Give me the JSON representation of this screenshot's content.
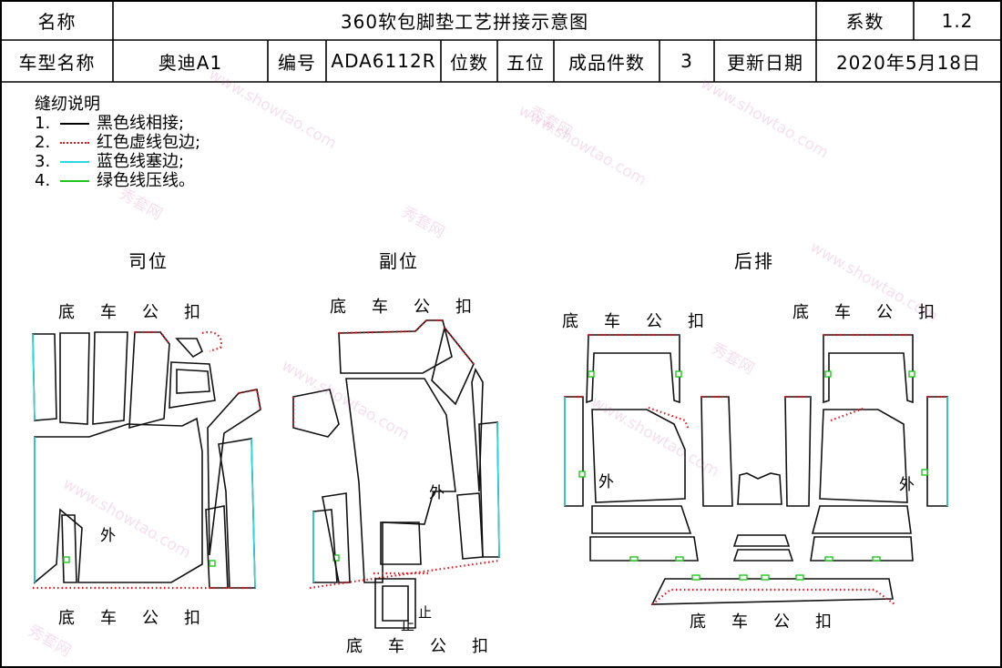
{
  "header": {
    "row1": {
      "name_label": "名称",
      "title": "360软包脚垫工艺拼接示意图",
      "coef_label": "系数",
      "coef_value": "1.2"
    },
    "row2": {
      "model_label": "车型名称",
      "model_value": "奥迪A1",
      "code_label": "编号",
      "code_value": "ADA6112R",
      "seats_label": "位数",
      "seats_value": "五位",
      "count_label": "成品件数",
      "count_value": "3",
      "date_label": "更新日期",
      "date_value": "2020年5月18日"
    }
  },
  "legend": {
    "title": "缝纫说明",
    "items": [
      {
        "num": "1.",
        "text": "黑色线相接;"
      },
      {
        "num": "2.",
        "text": "红色虚线包边;"
      },
      {
        "num": "3.",
        "text": "蓝色线塞边;"
      },
      {
        "num": "4.",
        "text": "绿色线压线。"
      }
    ],
    "colors": {
      "black": "#000000",
      "red": "#e8141b",
      "blue": "#28d7e6",
      "green": "#22c41f"
    }
  },
  "sections": {
    "driver": "司位",
    "passenger": "副位",
    "rear": "后排"
  },
  "labels": {
    "bottom_clip": "底车公扣",
    "outside": "外",
    "stop": "止"
  },
  "watermark": {
    "brand": "秀套网",
    "url": "www.showtao.com"
  }
}
